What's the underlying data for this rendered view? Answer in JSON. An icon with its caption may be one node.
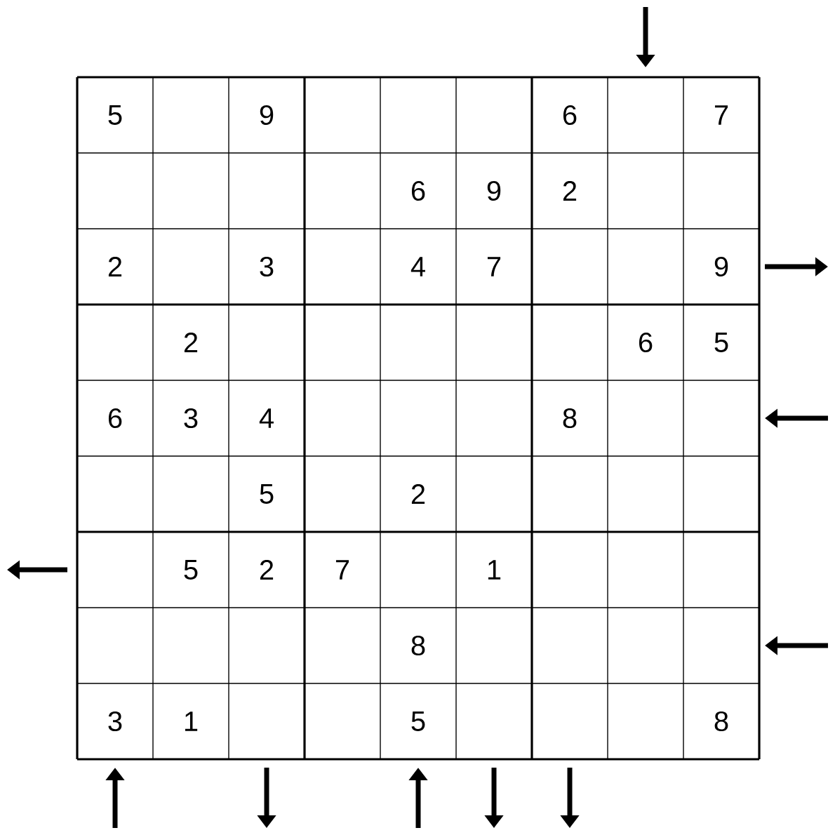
{
  "diagram": {
    "labels": [
      "5",
      "9",
      "6",
      "7",
      "6",
      "9",
      "2",
      "2",
      "3",
      "4",
      "7",
      "9",
      "2",
      "6",
      "5",
      "6",
      "3",
      "4",
      "8",
      "5",
      "2",
      "5",
      "2",
      "7",
      "1",
      "8",
      "3",
      "1",
      "5",
      "8"
    ]
  }
}
